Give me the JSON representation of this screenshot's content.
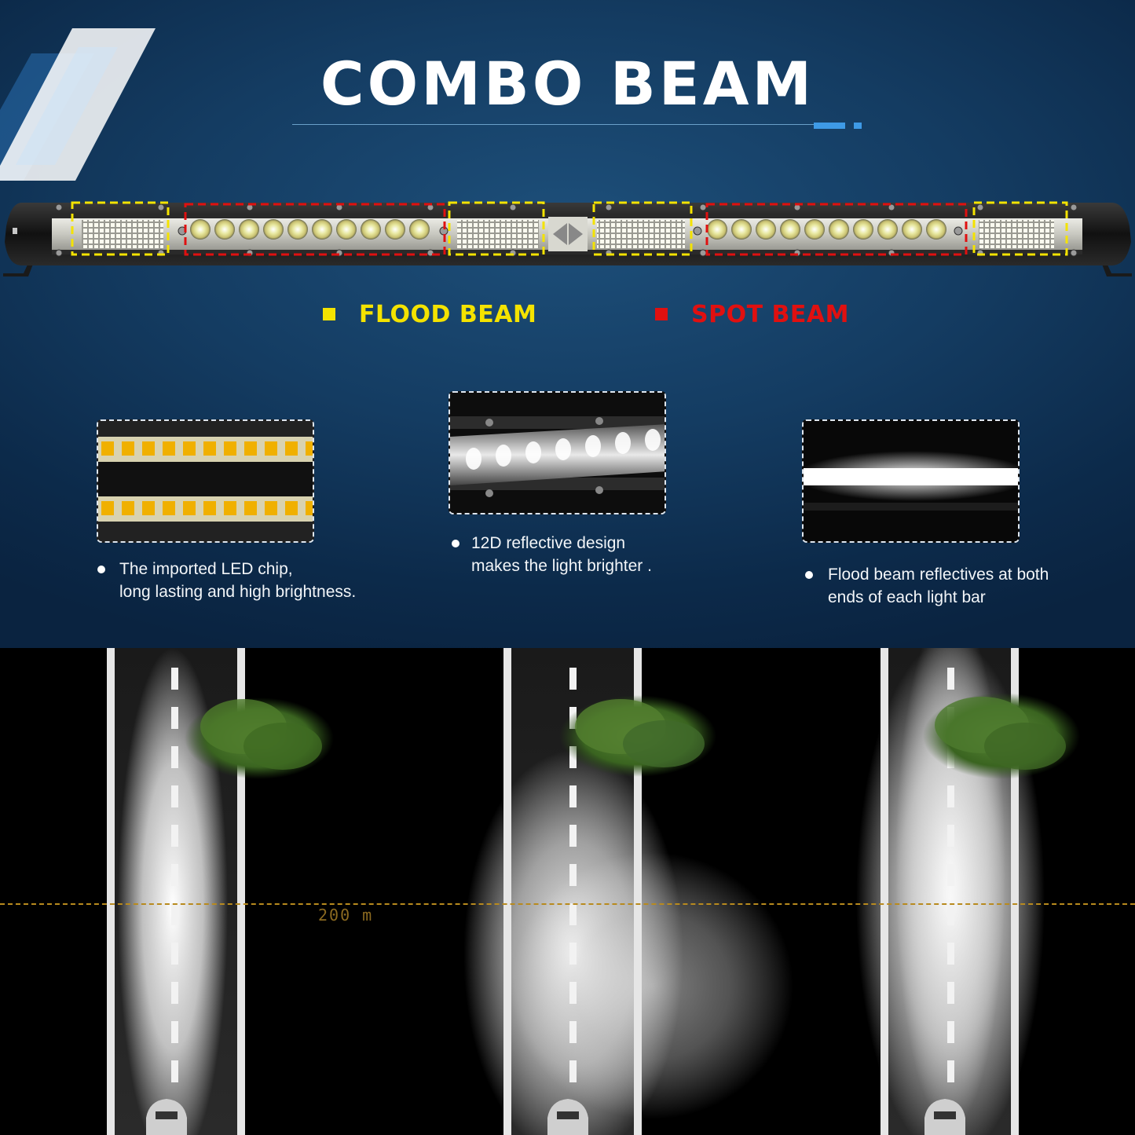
{
  "header": {
    "title": "COMBO BEAM"
  },
  "legend": {
    "flood_label": "FLOOD BEAM",
    "spot_label": "SPOT BEAM"
  },
  "features": [
    {
      "lines": [
        "The imported LED chip,",
        "long lasting and high brightness."
      ]
    },
    {
      "lines": [
        "12D reflective design",
        "makes the light brighter ."
      ]
    },
    {
      "lines": [
        "Flood beam reflectives at both",
        "ends of each light bar"
      ]
    }
  ],
  "comparison": {
    "distance_label": "200 m"
  },
  "colors": {
    "flood": "#f4e300",
    "spot": "#e01010",
    "accent": "#3e9ae6",
    "distance_line": "#b88a1e"
  }
}
